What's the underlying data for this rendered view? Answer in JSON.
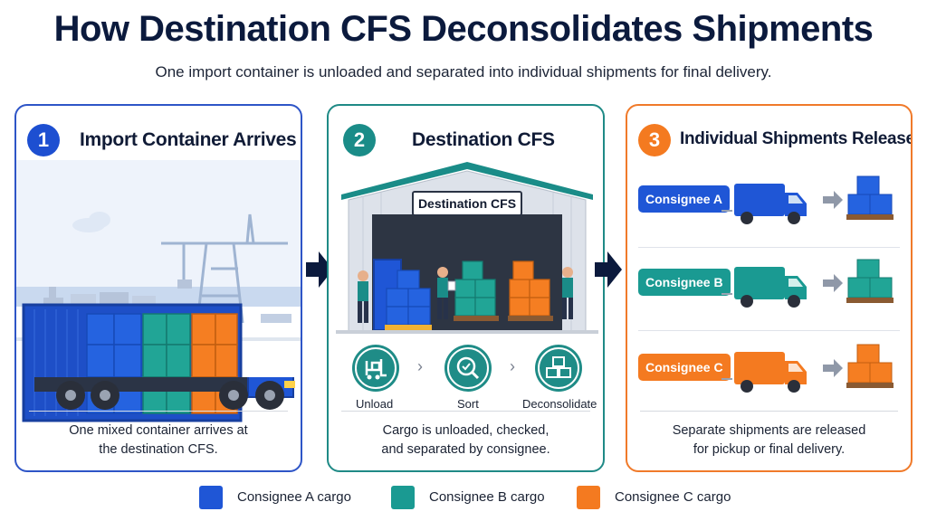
{
  "header": {
    "title": "How Destination CFS Deconsolidates Shipments",
    "subtitle": "One import container is unloaded and separated into individual shipments for final delivery."
  },
  "colors": {
    "consignee_a": "#1f56d6",
    "consignee_b": "#1a9a92",
    "consignee_c": "#f47a20",
    "navy": "#0b1a3d"
  },
  "panels": [
    {
      "number": "1",
      "title": "Import Container Arrives",
      "caption_line1": "One mixed container arrives at",
      "caption_line2": "the destination CFS."
    },
    {
      "number": "2",
      "title": "Destination CFS",
      "sign": "Destination CFS",
      "caption_line1": "Cargo is unloaded, checked,",
      "caption_line2": "and separated by consignee.",
      "steps": [
        {
          "label": "Unload",
          "icon": "forklift-icon"
        },
        {
          "label": "Sort",
          "icon": "magnifier-check-icon"
        },
        {
          "label": "Deconsolidate",
          "icon": "boxes-icon"
        }
      ]
    },
    {
      "number": "3",
      "title": "Individual Shipments Released",
      "caption_line1": "Separate shipments are released",
      "caption_line2": "for pickup or final delivery.",
      "consignees": [
        {
          "label": "Consignee A"
        },
        {
          "label": "Consignee B"
        },
        {
          "label": "Consignee C"
        }
      ]
    }
  ],
  "legend": [
    {
      "label": "Consignee A cargo"
    },
    {
      "label": "Consignee B cargo"
    },
    {
      "label": "Consignee C cargo"
    }
  ]
}
